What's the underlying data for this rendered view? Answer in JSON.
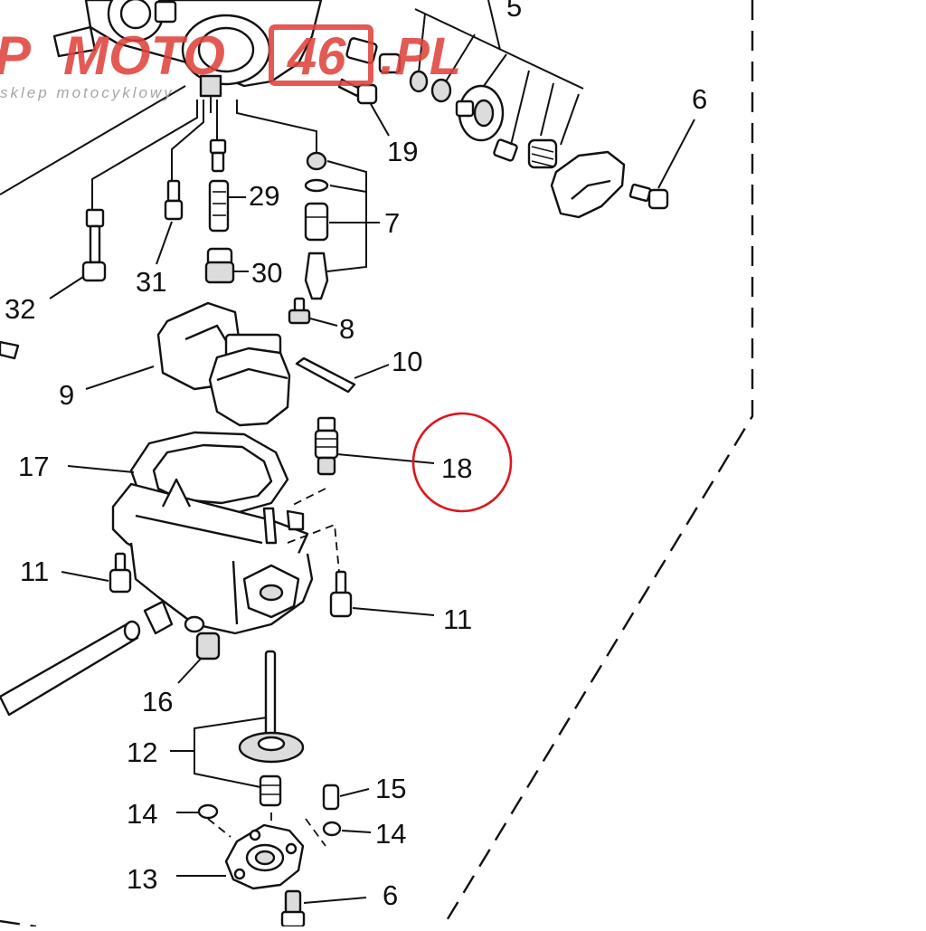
{
  "watermark": {
    "brand_left": "P",
    "brand_main": "MOTO",
    "brand_box": "46",
    "brand_right": ".PL",
    "tagline": "sklep motocyklowy",
    "color": "#e0443e"
  },
  "highlight": {
    "part": "18",
    "circle_color": "#e0141e"
  },
  "labels": {
    "l5": "5",
    "l6a": "6",
    "l19": "19",
    "l29": "29",
    "l7": "7",
    "l31": "31",
    "l30": "30",
    "l32": "32",
    "l8": "8",
    "l10": "10",
    "l9": "9",
    "l17": "17",
    "l18": "18",
    "l11a": "11",
    "l11b": "11",
    "l16": "16",
    "l12": "12",
    "l15": "15",
    "l14a": "14",
    "l14b": "14",
    "l13": "13",
    "l6b": "6"
  }
}
